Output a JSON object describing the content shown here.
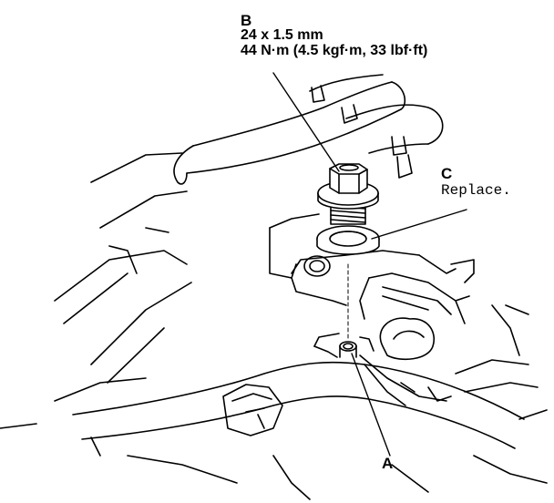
{
  "callouts": {
    "a": {
      "letter": "A"
    },
    "b": {
      "letter": "B",
      "size": "24 x 1.5 mm",
      "torque": "44 N·m (4.5 kgf·m, 33 lbf·ft)"
    },
    "c": {
      "letter": "C",
      "note": "Replace."
    }
  },
  "colors": {
    "ink": "#000000",
    "paper": "#ffffff"
  }
}
